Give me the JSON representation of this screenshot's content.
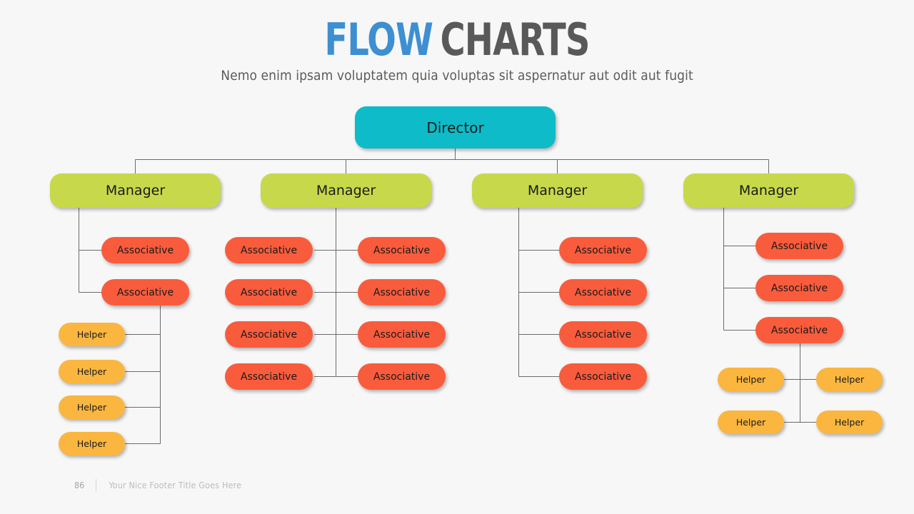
{
  "header": {
    "title_word_1": "FLOW",
    "title_word_2": "CHARTS",
    "subtitle": "Nemo enim ipsam voluptatem quia voluptas sit aspernatur aut odit aut fugit"
  },
  "colors": {
    "background": "#f7f7f7",
    "title_accent": "#3d8fd1",
    "title_dark": "#595959",
    "director": "#0dbcc8",
    "manager": "#c7d94a",
    "associative": "#f95c3c",
    "helper": "#fab63f",
    "connector": "#6b6b6b",
    "footer_text": "#bdbdbd"
  },
  "chart_data": {
    "type": "diagram",
    "title": "FLOW CHARTS",
    "subtitle": "Nemo enim ipsam voluptatem quia voluptas sit aspernatur aut odit aut fugit",
    "levels": [
      "Director",
      "Manager",
      "Associative",
      "Helper"
    ],
    "root": {
      "label": "Director",
      "color": "#0dbcc8"
    },
    "branches": [
      {
        "manager": "Manager",
        "associatives": [
          "Associative",
          "Associative"
        ],
        "helpers": [
          "Helper",
          "Helper",
          "Helper",
          "Helper"
        ],
        "helper_parent_index": 1,
        "layout": "left-stack"
      },
      {
        "manager": "Manager",
        "associatives": [
          "Associative",
          "Associative",
          "Associative",
          "Associative",
          "Associative",
          "Associative",
          "Associative",
          "Associative"
        ],
        "helpers": [],
        "layout": "two-column"
      },
      {
        "manager": "Manager",
        "associatives": [
          "Associative",
          "Associative",
          "Associative",
          "Associative"
        ],
        "helpers": [],
        "layout": "right-stack"
      },
      {
        "manager": "Manager",
        "associatives": [
          "Associative",
          "Associative",
          "Associative"
        ],
        "helpers": [
          "Helper",
          "Helper",
          "Helper",
          "Helper"
        ],
        "helper_parent_index": 2,
        "layout": "right-stack-with-helper-grid"
      }
    ],
    "counts": {
      "director": 1,
      "manager": 4,
      "associative": 17,
      "helper": 8
    }
  },
  "nodes": {
    "director": {
      "label": "Director"
    },
    "managers": [
      {
        "label": "Manager"
      },
      {
        "label": "Manager"
      },
      {
        "label": "Manager"
      },
      {
        "label": "Manager"
      }
    ],
    "branch1": {
      "associatives": [
        {
          "label": "Associative"
        },
        {
          "label": "Associative"
        }
      ],
      "helpers": [
        {
          "label": "Helper"
        },
        {
          "label": "Helper"
        },
        {
          "label": "Helper"
        },
        {
          "label": "Helper"
        }
      ]
    },
    "branch2": {
      "left": [
        {
          "label": "Associative"
        },
        {
          "label": "Associative"
        },
        {
          "label": "Associative"
        },
        {
          "label": "Associative"
        }
      ],
      "right": [
        {
          "label": "Associative"
        },
        {
          "label": "Associative"
        },
        {
          "label": "Associative"
        },
        {
          "label": "Associative"
        }
      ]
    },
    "branch3": {
      "associatives": [
        {
          "label": "Associative"
        },
        {
          "label": "Associative"
        },
        {
          "label": "Associative"
        },
        {
          "label": "Associative"
        }
      ]
    },
    "branch4": {
      "associatives": [
        {
          "label": "Associative"
        },
        {
          "label": "Associative"
        },
        {
          "label": "Associative"
        }
      ],
      "helpers": [
        {
          "label": "Helper"
        },
        {
          "label": "Helper"
        },
        {
          "label": "Helper"
        },
        {
          "label": "Helper"
        }
      ]
    }
  },
  "footer": {
    "page_number": "86",
    "title": "Your Nice Footer Title Goes Here"
  }
}
